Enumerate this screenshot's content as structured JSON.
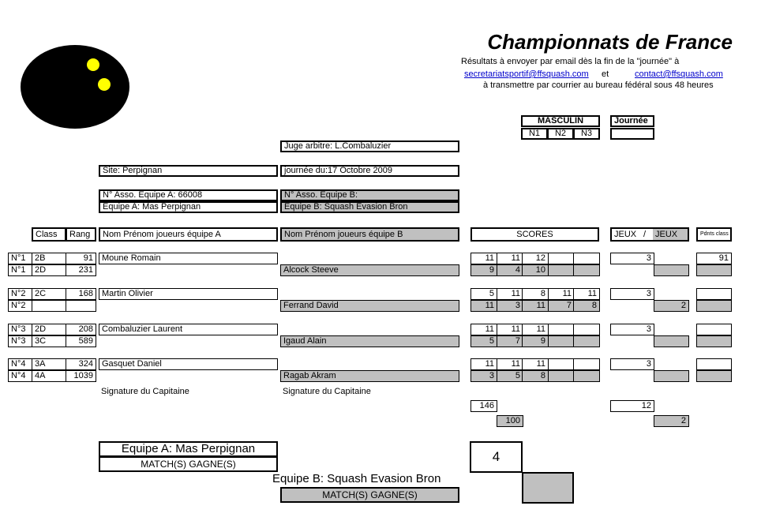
{
  "header": {
    "title": "Championnats de France",
    "line1": "Résultats à envoyer par email dès la fin de la \"journée\" à",
    "email1": "secretariatsportif@ffsquash.com",
    "et": "et",
    "email2": "contact@ffsquash.com",
    "line3": "à transmettre par courrier au bureau fédéral sous 48 heures"
  },
  "category": {
    "label": "MASCULIN",
    "divisions": [
      "N1",
      "N2",
      "N3"
    ],
    "journee_label": "Journée"
  },
  "info": {
    "juge": "Juge arbitre: L.Combaluzier",
    "site": "Site: Perpignan",
    "journee": "journée du:17 Octobre 2009",
    "asso_a": "N° Asso. Equipe A: 66008",
    "equipe_a": "Equipe A: Mas Perpignan",
    "asso_b": "N° Asso. Equipe B:",
    "equipe_b": "Equipe B: Squash Evasion Bron"
  },
  "columns": {
    "class": "Class",
    "rang": "Rang",
    "joueurs_a": "Nom Prénom joueurs équipe A",
    "joueurs_b": "Nom Prénom joueurs équipe B",
    "scores": "SCORES",
    "jeux_a": "JEUX",
    "slash": "/",
    "jeux_b": "JEUX",
    "pts": "Pdnts class"
  },
  "matches": [
    {
      "num_a": "N°1",
      "class_a": "2B",
      "rang_a": "91",
      "name_a": "Moune Romain",
      "num_b": "N°1",
      "class_b": "2D",
      "rang_b": "231",
      "name_b": "Alcock Steeve",
      "scores_a": [
        "11",
        "11",
        "12",
        "",
        ""
      ],
      "scores_b": [
        "9",
        "4",
        "10",
        "",
        ""
      ],
      "jeux_a": "3",
      "jeux_b": "",
      "pts_a": "91",
      "pts_b": ""
    },
    {
      "num_a": "N°2",
      "class_a": "2C",
      "rang_a": "168",
      "name_a": "Martin Olivier",
      "num_b": "N°2",
      "class_b": "",
      "rang_b": "",
      "name_b": "Ferrand David",
      "scores_a": [
        "5",
        "11",
        "8",
        "11",
        "11"
      ],
      "scores_b": [
        "11",
        "3",
        "11",
        "7",
        "8"
      ],
      "jeux_a": "3",
      "jeux_b": "2",
      "pts_a": "",
      "pts_b": ""
    },
    {
      "num_a": "N°3",
      "class_a": "2D",
      "rang_a": "208",
      "name_a": "Combaluzier Laurent",
      "num_b": "N°3",
      "class_b": "3C",
      "rang_b": "589",
      "name_b": "Igaud Alain",
      "scores_a": [
        "11",
        "11",
        "11",
        "",
        ""
      ],
      "scores_b": [
        "5",
        "7",
        "9",
        "",
        ""
      ],
      "jeux_a": "3",
      "jeux_b": "",
      "pts_a": "",
      "pts_b": ""
    },
    {
      "num_a": "N°4",
      "class_a": "3A",
      "rang_a": "324",
      "name_a": "Gasquet Daniel",
      "num_b": "N°4",
      "class_b": "4A",
      "rang_b": "1039",
      "name_b": "Ragab Akram",
      "scores_a": [
        "11",
        "11",
        "11",
        "",
        ""
      ],
      "scores_b": [
        "3",
        "5",
        "8",
        "",
        ""
      ],
      "jeux_a": "3",
      "jeux_b": "",
      "pts_a": "",
      "pts_b": ""
    }
  ],
  "signatures": {
    "a": "Signature du Capitaine",
    "b": "Signature du Capitaine"
  },
  "totals": {
    "points_a": "146",
    "points_b": "100",
    "jeux_a": "12",
    "jeux_b": "2"
  },
  "result": {
    "team_a": "Equipe A: Mas Perpignan",
    "team_b": "Equipe B: Squash Evasion Bron",
    "label_a": "MATCH(S) GAGNE(S)",
    "label_b": "MATCH(S) GAGNE(S)",
    "wins_a": "4",
    "wins_b": ""
  },
  "colors": {
    "logo": "#000000",
    "logo_dots": "#ffff00",
    "grey_cell": "#c0c0c0",
    "link": "#0000cc"
  }
}
